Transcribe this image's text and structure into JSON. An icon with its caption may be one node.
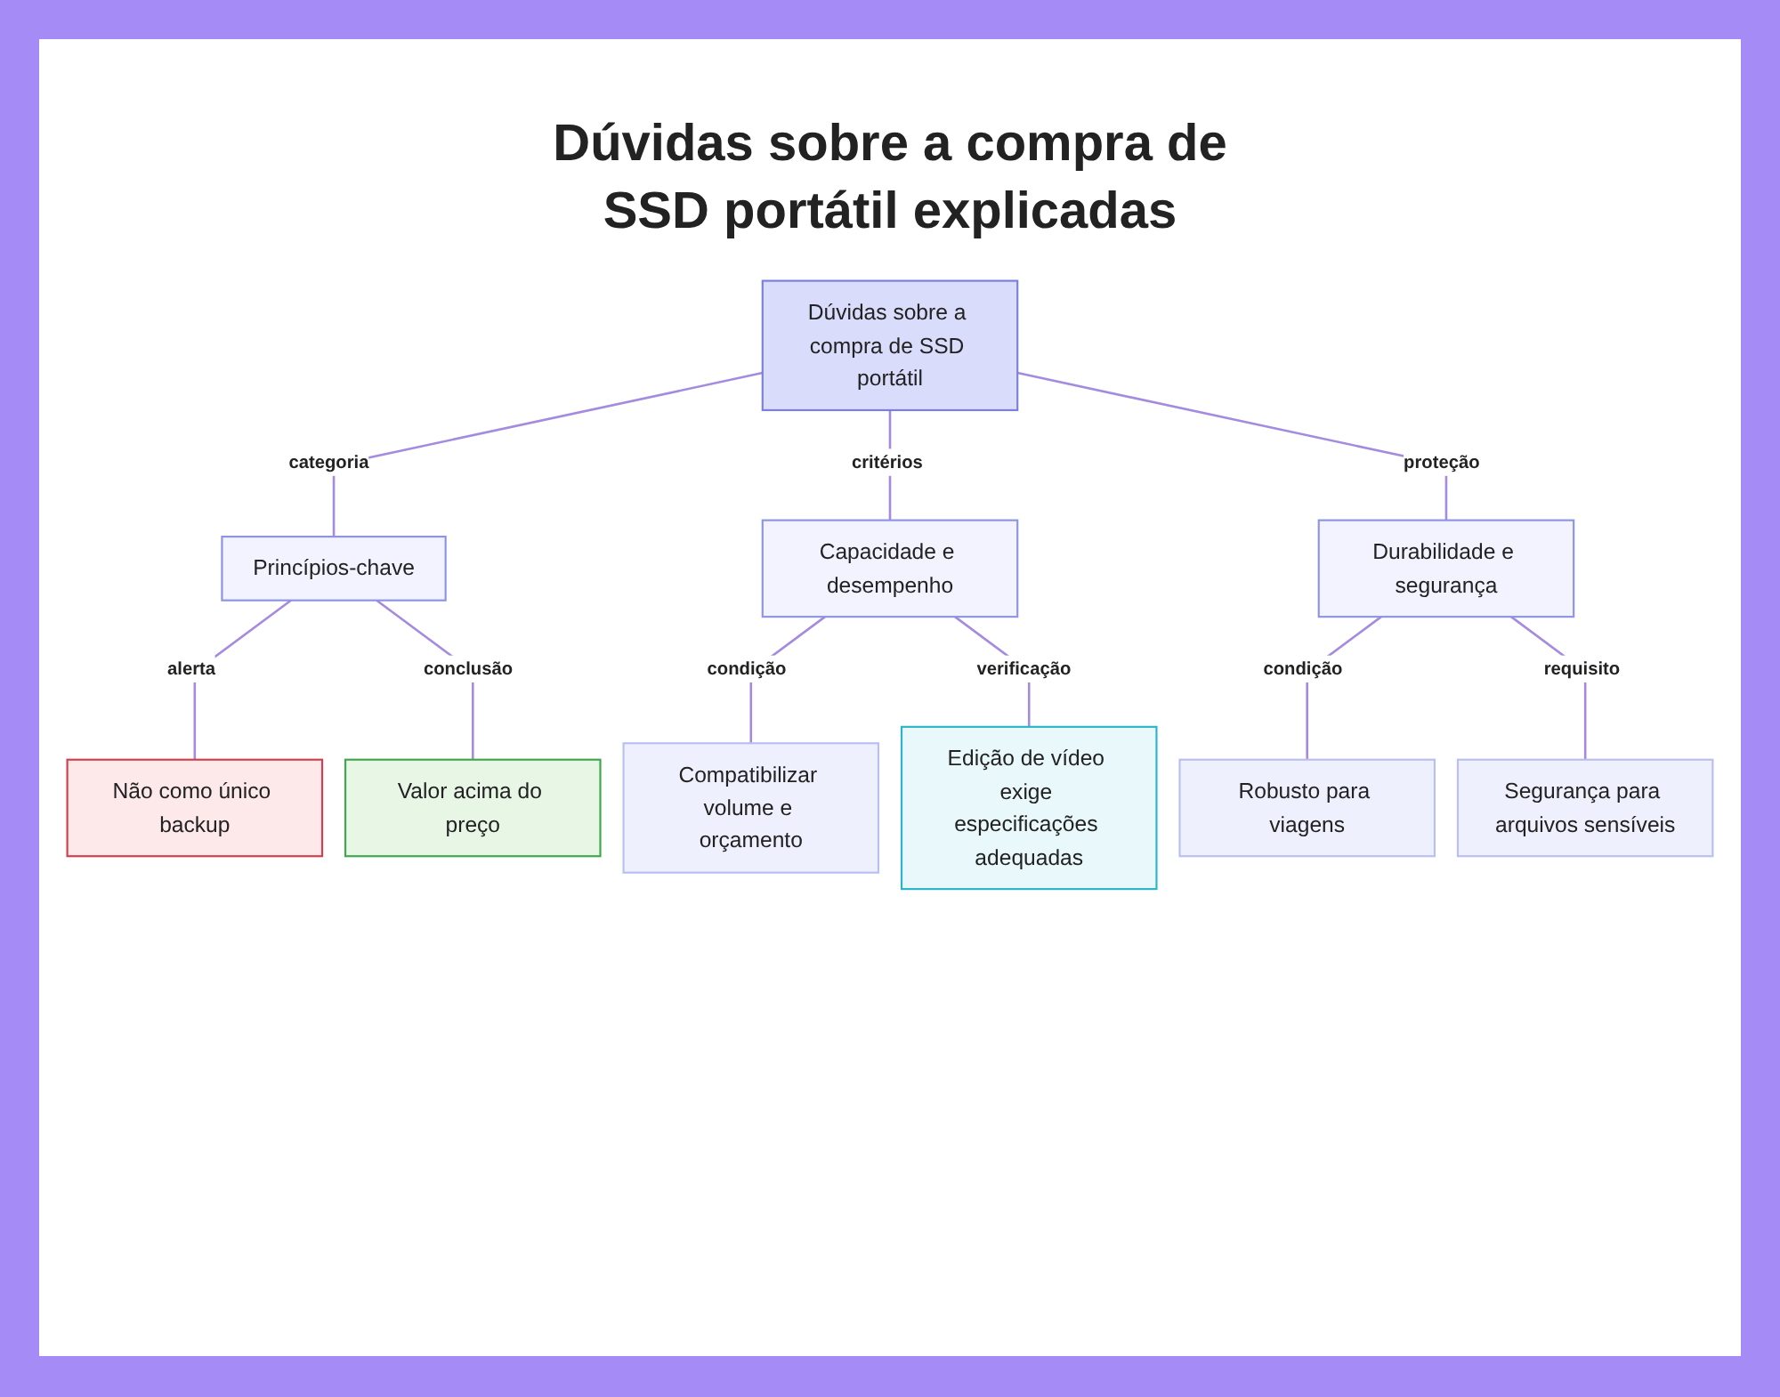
{
  "diagram": {
    "title": "Dúvidas sobre a compra de SSD portátil explicadas",
    "nodes": [
      {
        "text": [
          "Dúvidas sobre a compra de SSD portátil"
        ]
      },
      {
        "text": [
          "Princípios-chave"
        ]
      },
      {
        "text": [
          "Capacidade e desempenho"
        ]
      },
      {
        "text": [
          "Durabilidade e segurança"
        ]
      },
      {
        "text": [
          "Não como único backup"
        ]
      },
      {
        "text": [
          "Valor acima do preço"
        ]
      },
      {
        "text": [
          "Compatibilizar volume e orçamento"
        ]
      },
      {
        "text": [
          "Edição de vídeo exige especificações adequadas"
        ]
      },
      {
        "text": [
          "Robusto para viagens"
        ]
      },
      {
        "text": [
          "Segurança para arquivos sensíveis"
        ]
      }
    ],
    "edges": [
      {
        "from": 0,
        "to": 1,
        "arrow": "none",
        "label": "categoria"
      },
      {
        "from": 0,
        "to": 2,
        "arrow": "none",
        "label": "critérios"
      },
      {
        "from": 0,
        "to": 3,
        "arrow": "none",
        "label": "proteção"
      },
      {
        "from": 1,
        "to": 4,
        "arrow": "none",
        "label": "alerta"
      },
      {
        "from": 1,
        "to": 5,
        "arrow": "none",
        "label": "conclusão"
      },
      {
        "from": 2,
        "to": 6,
        "arrow": "none",
        "label": "condição"
      },
      {
        "from": 2,
        "to": 7,
        "arrow": "none",
        "label": "verificação"
      },
      {
        "from": 3,
        "to": 8,
        "arrow": "none",
        "label": "condição"
      },
      {
        "from": 3,
        "to": 9,
        "arrow": "none",
        "label": "requisito"
      }
    ]
  }
}
